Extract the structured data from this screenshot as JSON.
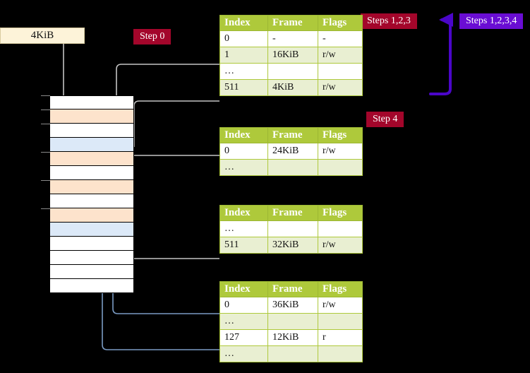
{
  "labels": {
    "kib_box": "4KiB",
    "step0": "Step 0",
    "steps123": "Steps 1,2,3",
    "steps1234": "Steps 1,2,3,4",
    "step4": "Step 4"
  },
  "colors": {
    "header_green": "#aec93b",
    "row_alt_green": "#e9efd2",
    "highlight_yellow": "#ffff99",
    "pill_red": "#a3062b",
    "pill_purple": "#6a0dd4",
    "mem_peach": "#fde3cc",
    "mem_blue": "#dce9f8",
    "kib_bg": "#fdf3d9",
    "wire_gray": "#b8b8b8",
    "wire_blue": "#7a9bc4"
  },
  "tables": [
    {
      "id": "table-1",
      "columns": [
        "Index",
        "Frame",
        "Flags"
      ],
      "rows": [
        {
          "style": "plain",
          "cells": [
            "0",
            "-",
            "-"
          ],
          "highlight": [
            false,
            false,
            false
          ]
        },
        {
          "style": "alt",
          "cells": [
            "1",
            "16KiB",
            "r/w"
          ],
          "highlight": [
            false,
            false,
            false
          ]
        },
        {
          "style": "plain",
          "cells": [
            "…",
            "",
            ""
          ],
          "highlight": [
            false,
            false,
            false
          ]
        },
        {
          "style": "alt",
          "cells": [
            "511",
            "4KiB",
            "r/w"
          ],
          "highlight": [
            true,
            true,
            true
          ]
        }
      ]
    },
    {
      "id": "table-2",
      "columns": [
        "Index",
        "Frame",
        "Flags"
      ],
      "rows": [
        {
          "style": "plain",
          "cells": [
            "0",
            "24KiB",
            "r/w"
          ],
          "highlight": [
            false,
            false,
            false
          ]
        },
        {
          "style": "alt",
          "cells": [
            "…",
            "",
            ""
          ],
          "highlight": [
            false,
            false,
            false
          ]
        }
      ]
    },
    {
      "id": "table-3",
      "columns": [
        "Index",
        "Frame",
        "Flags"
      ],
      "rows": [
        {
          "style": "plain",
          "cells": [
            "…",
            "",
            ""
          ],
          "highlight": [
            false,
            false,
            false
          ]
        },
        {
          "style": "alt",
          "cells": [
            "511",
            "32KiB",
            "r/w"
          ],
          "highlight": [
            false,
            false,
            false
          ]
        }
      ]
    },
    {
      "id": "table-4",
      "columns": [
        "Index",
        "Frame",
        "Flags"
      ],
      "rows": [
        {
          "style": "plain",
          "cells": [
            "0",
            "36KiB",
            "r/w"
          ],
          "highlight": [
            false,
            false,
            false
          ]
        },
        {
          "style": "alt",
          "cells": [
            "…",
            "",
            ""
          ],
          "highlight": [
            false,
            false,
            false
          ]
        },
        {
          "style": "plain",
          "cells": [
            "127",
            "12KiB",
            "r"
          ],
          "highlight": [
            false,
            false,
            false
          ]
        },
        {
          "style": "alt",
          "cells": [
            "…",
            "",
            ""
          ],
          "highlight": [
            false,
            false,
            false
          ]
        }
      ]
    }
  ],
  "memory_grid": {
    "row_count": 14,
    "rows": [
      {
        "fill": "white",
        "tick": true
      },
      {
        "fill": "peach",
        "tick": true
      },
      {
        "fill": "white",
        "tick": true
      },
      {
        "fill": "blue",
        "tick": false
      },
      {
        "fill": "peach",
        "tick": true
      },
      {
        "fill": "white",
        "tick": false
      },
      {
        "fill": "peach",
        "tick": true
      },
      {
        "fill": "white",
        "tick": false
      },
      {
        "fill": "peach",
        "tick": true
      },
      {
        "fill": "blue",
        "tick": false
      },
      {
        "fill": "white",
        "tick": false
      },
      {
        "fill": "white",
        "tick": false
      },
      {
        "fill": "white",
        "tick": false
      },
      {
        "fill": "white",
        "tick": false
      }
    ]
  }
}
